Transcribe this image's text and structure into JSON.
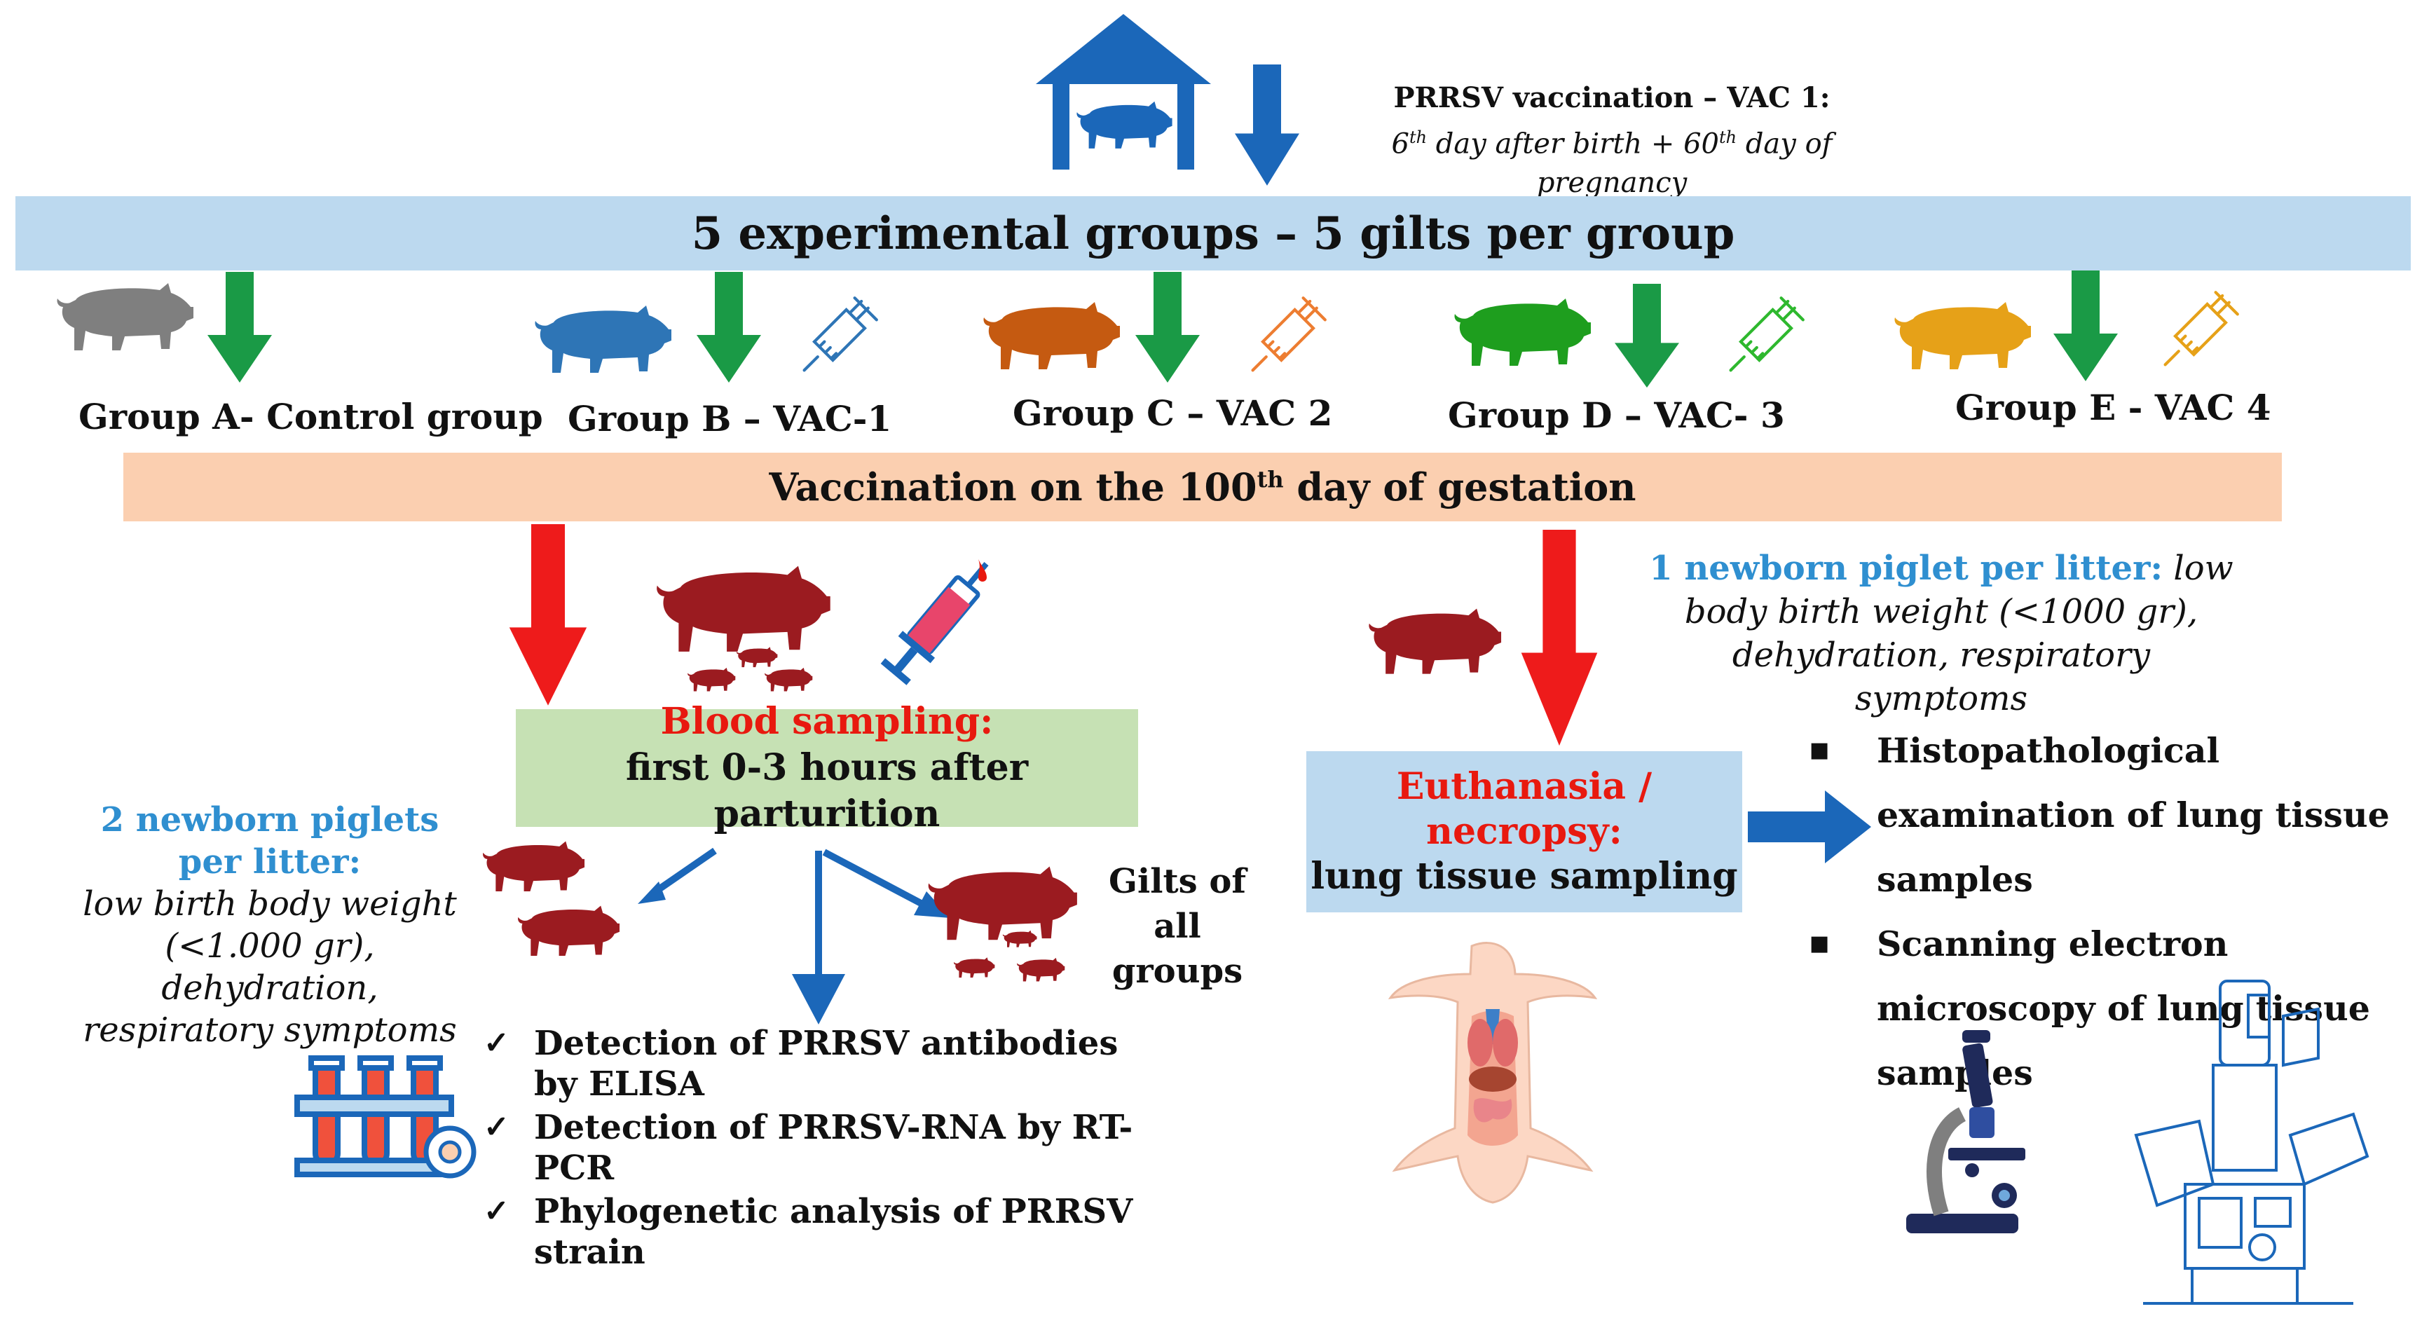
{
  "header": {
    "title": "PRRSV vaccination – VAC 1:",
    "day1": "6",
    "sup1": "th",
    "mid": " day after birth + 60",
    "sup2": "th",
    "end": " day of pregnancy"
  },
  "main_banner": "5 experimental groups – 5 gilts per group",
  "groups": [
    {
      "label": "Group A- Control group",
      "color": "#7f7f7f"
    },
    {
      "label": "Group B – VAC-1",
      "color": "#2e75b6"
    },
    {
      "label": "Group C – VAC 2",
      "color": "#c55a11"
    },
    {
      "label": "Group D – VAC- 3",
      "color": "#1e9e1e"
    },
    {
      "label": "Group E - VAC 4",
      "color": "#e6a118"
    }
  ],
  "vaccination_banner": {
    "pre": "Vaccination on the 100",
    "sup": "th",
    "post": " day of gestation"
  },
  "blood_box": {
    "title": "Blood sampling:",
    "text": "first 0-3 hours after parturition"
  },
  "piglets_left": {
    "title": "2 newborn piglets  per litter:",
    "desc": "low birth body weight (<1.000 gr), dehydration, respiratory symptoms"
  },
  "gilts_label": "Gilts of all groups",
  "lab_tests": [
    "Detection of PRRSV antibodies by ELISA",
    "Detection of PRRSV-RNA by RT-PCR",
    "Phylogenetic analysis of PRRSV strain"
  ],
  "piglet_right": {
    "title": "1 newborn piglet per litter:",
    "desc": " low body birth weight (<1000 gr), dehydration, respiratory symptoms"
  },
  "euthanasia_box": {
    "title": "Euthanasia / necropsy:",
    "text": "lung tissue sampling"
  },
  "examinations": [
    "Histopathological examination of lung tissue samples",
    "Scanning electron microscopy of lung  tissue samples"
  ],
  "colors": {
    "blue_banner": "#bcd9ef",
    "orange_banner": "#fbcfb0",
    "green_box": "#c6e1b4",
    "blue_box": "#bcd9ef",
    "red_text": "#e8190f",
    "blue_text": "#2f8fd0",
    "pig_red": "#9b1b20",
    "arrow_blue": "#1b67b9",
    "arrow_green": "#1a9a46",
    "arrow_red": "#ee1b1b",
    "house_blue": "#1b67b9"
  }
}
